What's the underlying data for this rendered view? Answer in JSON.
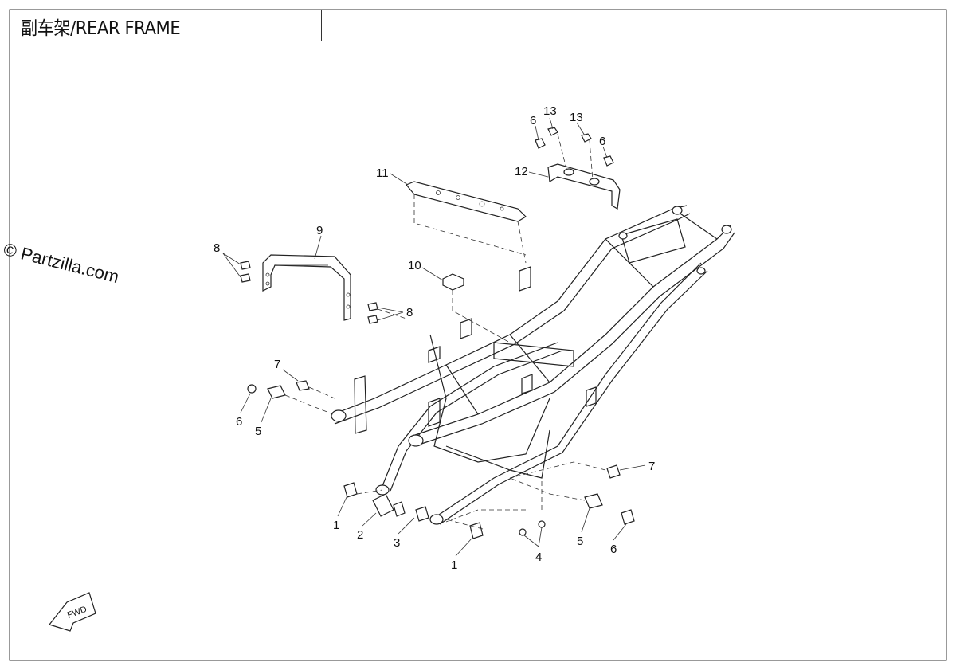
{
  "title": "副车架/REAR FRAME",
  "watermark": "© Partzilla.com",
  "fwd_label": "FWD",
  "callouts": {
    "c1a": "1",
    "c1b": "1",
    "c2": "2",
    "c3": "3",
    "c4": "4",
    "c5a": "5",
    "c5b": "5",
    "c6a": "6",
    "c6b": "6",
    "c6c": "6",
    "c6d": "6",
    "c7a": "7",
    "c7b": "7",
    "c8a": "8",
    "c8b": "8",
    "c9": "9",
    "c10": "10",
    "c11": "11",
    "c12": "12",
    "c13a": "13",
    "c13b": "13"
  }
}
